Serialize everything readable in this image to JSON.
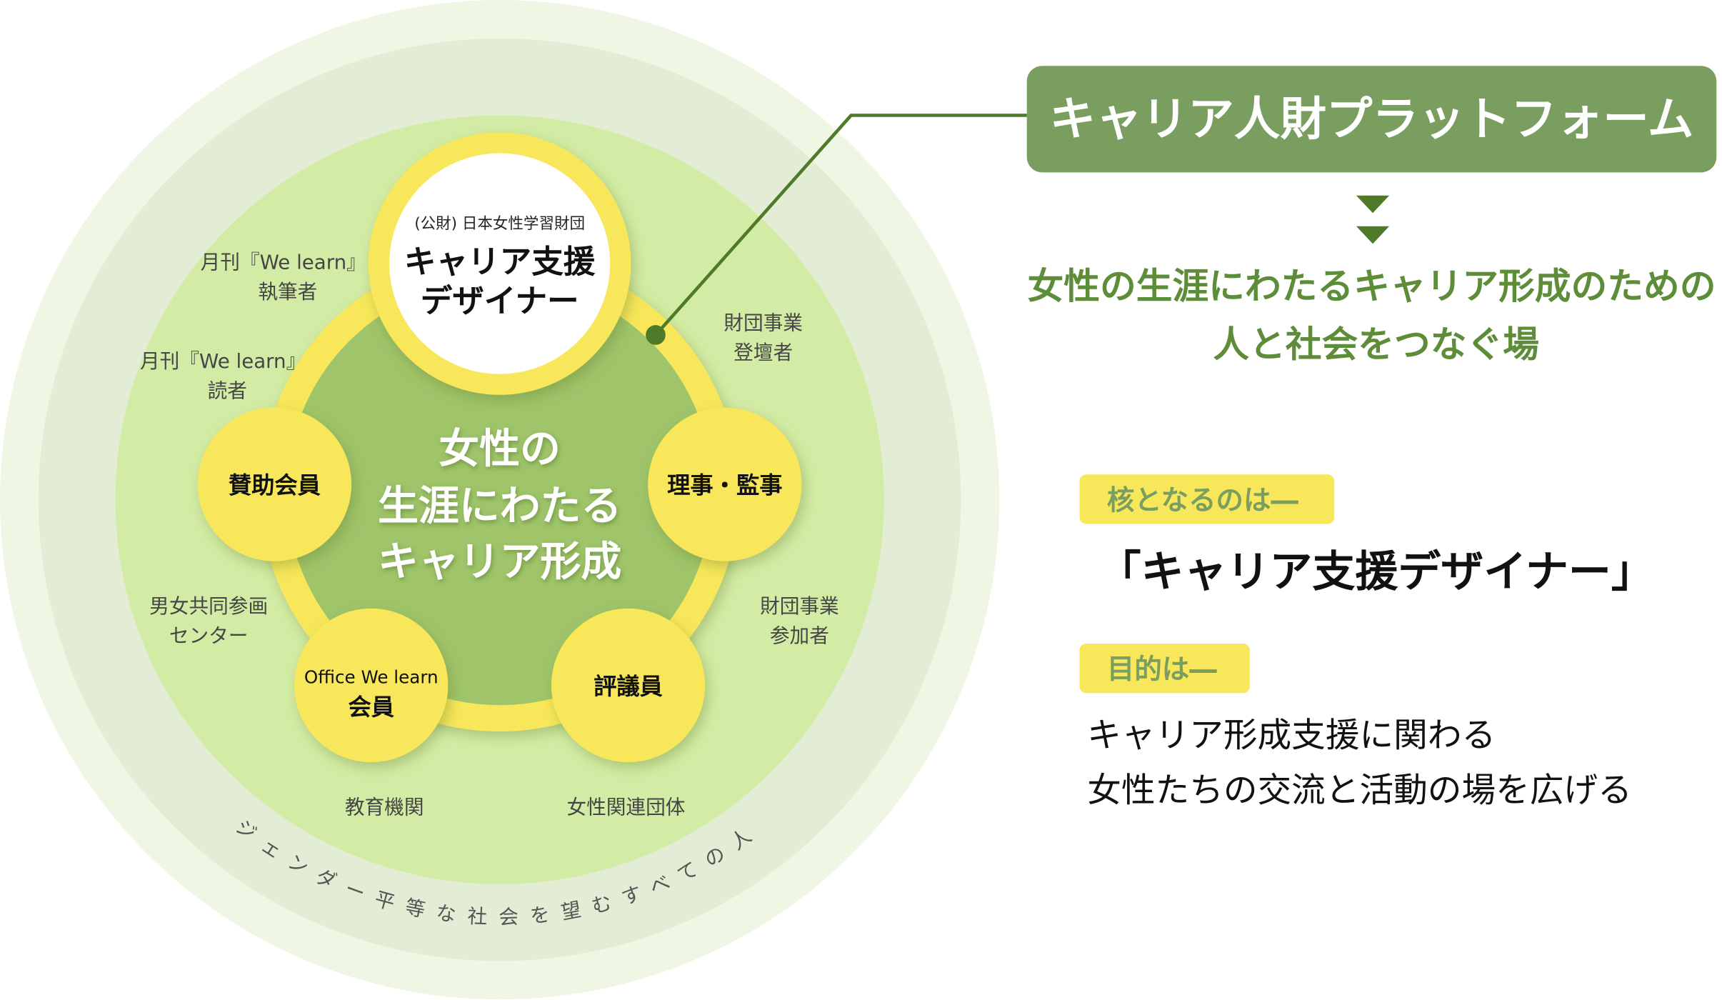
{
  "diagram": {
    "outer_ring_text": "ジェンダー平等な社会を望むすべての人々",
    "center_text": [
      "女性の",
      "生涯にわたる",
      "キャリア形成"
    ],
    "core_node": {
      "org": "(公財) 日本女性学習財団",
      "title_line1": "キャリア支援",
      "title_line2": "デザイナー"
    },
    "nodes": {
      "left": "賛助会員",
      "right": "理事・監事",
      "bottom_left_line1": "Office We learn",
      "bottom_left_line2": "会員",
      "bottom_right": "評議員"
    },
    "outer_labels": {
      "writers": [
        "月刊『We learn』",
        "執筆者"
      ],
      "readers": [
        "月刊『We learn』",
        "読者"
      ],
      "speakers": [
        "財団事業",
        "登壇者"
      ],
      "center": [
        "男女共同参画",
        "センター"
      ],
      "participants": [
        "財団事業",
        "参加者"
      ],
      "education": "教育機関",
      "women_orgs": "女性関連団体"
    }
  },
  "platform": {
    "title": "キャリア人財プラットフォーム",
    "tagline": [
      "女性の生涯にわたるキャリア形成のための",
      "人と社会をつなぐ場"
    ],
    "core_label": "核となるのは―",
    "core_value": "「キャリア支援デザイナー」",
    "purpose_label": "目的は―",
    "purpose_value": [
      "キャリア形成支援に関わる",
      "女性たちの交流と活動の場を広げる"
    ]
  },
  "colors": {
    "accent_green": "#7a9e60",
    "dark_green": "#4f7a2a",
    "yellow": "#f8e75a",
    "inner_green": "#9fc46a"
  }
}
